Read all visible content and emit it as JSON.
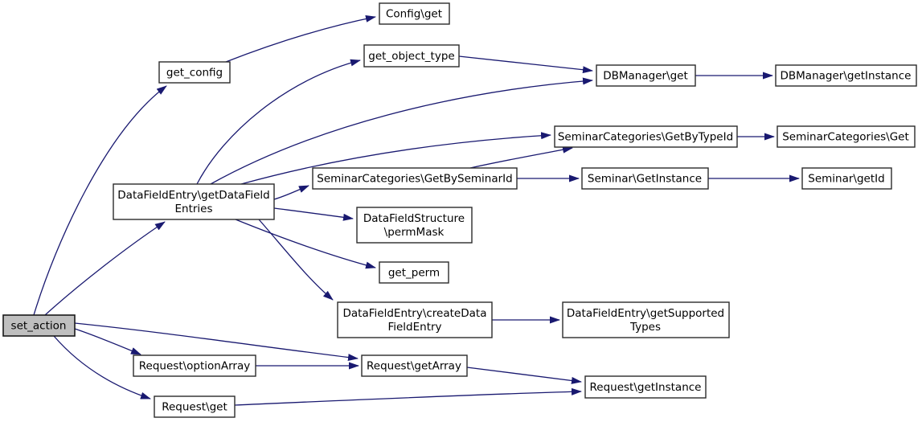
{
  "diagram": {
    "type": "doxygen-call-graph",
    "colors": {
      "edge": "#191970",
      "node_border": "#2b2b2b",
      "node_fill": "#ffffff",
      "highlight_fill": "#bfbfbf",
      "background": "#ffffff",
      "text": "#000000"
    },
    "nodes": {
      "set_action": {
        "label": "set_action",
        "highlighted": true
      },
      "get_config": {
        "label": "get_config"
      },
      "config_get": {
        "label": "Config\\get"
      },
      "get_object_type": {
        "label": "get_object_type"
      },
      "dbmanager_get": {
        "label": "DBManager\\get"
      },
      "dbmanager_getinstance": {
        "label": "DBManager\\getInstance"
      },
      "sc_getbytypeid": {
        "label": "SeminarCategories\\GetByTypeId"
      },
      "sc_get": {
        "label": "SeminarCategories\\Get"
      },
      "sc_getbyseminarid": {
        "label": "SeminarCategories\\GetBySeminarId"
      },
      "seminar_getinstance": {
        "label": "Seminar\\GetInstance"
      },
      "seminar_getid": {
        "label": "Seminar\\getId"
      },
      "dfe_getdatafieldentries": {
        "line1": "DataFieldEntry\\getDataField",
        "line2": "Entries"
      },
      "dfs_permmask": {
        "line1": "DataFieldStructure",
        "line2": "\\permMask"
      },
      "get_perm": {
        "label": "get_perm"
      },
      "dfe_createdatafieldentry": {
        "line1": "DataFieldEntry\\createData",
        "line2": "FieldEntry"
      },
      "dfe_getsupportedtypes": {
        "line1": "DataFieldEntry\\getSupported",
        "line2": "Types"
      },
      "request_optionarray": {
        "label": "Request\\optionArray"
      },
      "request_getarray": {
        "label": "Request\\getArray"
      },
      "request_getinstance": {
        "label": "Request\\getInstance"
      },
      "request_get": {
        "label": "Request\\get"
      }
    },
    "edges": [
      {
        "from": "set_action",
        "to": "get_config"
      },
      {
        "from": "set_action",
        "to": "dfe_getdatafieldentries"
      },
      {
        "from": "set_action",
        "to": "request_getarray"
      },
      {
        "from": "set_action",
        "to": "request_optionarray"
      },
      {
        "from": "set_action",
        "to": "request_get"
      },
      {
        "from": "get_config",
        "to": "config_get"
      },
      {
        "from": "dfe_getdatafieldentries",
        "to": "get_object_type"
      },
      {
        "from": "dfe_getdatafieldentries",
        "to": "dbmanager_get"
      },
      {
        "from": "dfe_getdatafieldentries",
        "to": "sc_getbytypeid"
      },
      {
        "from": "dfe_getdatafieldentries",
        "to": "sc_getbyseminarid"
      },
      {
        "from": "dfe_getdatafieldentries",
        "to": "dfs_permmask"
      },
      {
        "from": "dfe_getdatafieldentries",
        "to": "get_perm"
      },
      {
        "from": "dfe_getdatafieldentries",
        "to": "dfe_createdatafieldentry"
      },
      {
        "from": "get_object_type",
        "to": "dbmanager_get"
      },
      {
        "from": "dbmanager_get",
        "to": "dbmanager_getinstance"
      },
      {
        "from": "sc_getbytypeid",
        "to": "sc_get"
      },
      {
        "from": "sc_getbyseminarid",
        "to": "sc_getbytypeid"
      },
      {
        "from": "sc_getbyseminarid",
        "to": "seminar_getinstance"
      },
      {
        "from": "seminar_getinstance",
        "to": "seminar_getid"
      },
      {
        "from": "dfe_createdatafieldentry",
        "to": "dfe_getsupportedtypes"
      },
      {
        "from": "request_optionarray",
        "to": "request_getarray"
      },
      {
        "from": "request_getarray",
        "to": "request_getinstance"
      },
      {
        "from": "request_get",
        "to": "request_getinstance"
      }
    ]
  }
}
